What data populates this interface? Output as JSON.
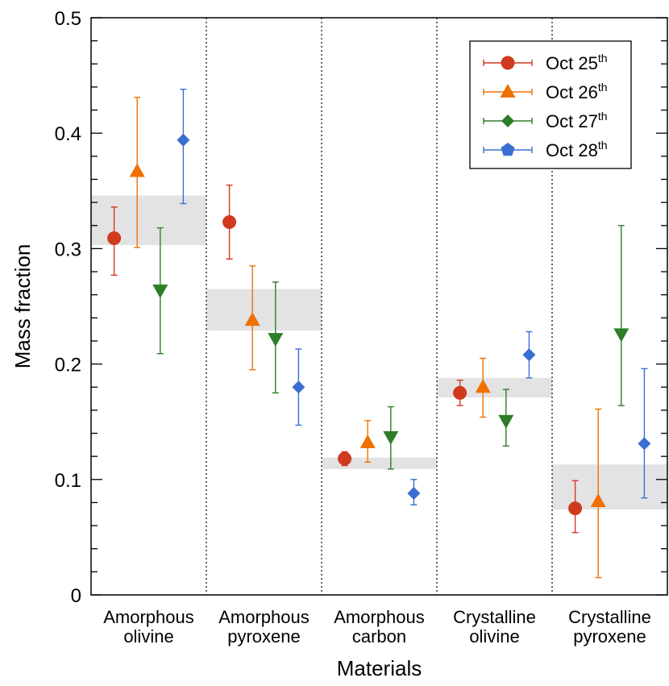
{
  "chart_data": {
    "type": "scatter",
    "xlabel": "Materials",
    "ylabel": "Mass fraction",
    "ylim": [
      0,
      0.5
    ],
    "yticks": [
      "0",
      "0.1",
      "0.2",
      "0.3",
      "0.4",
      "0.5"
    ],
    "categories": [
      [
        "Amorphous",
        "olivine"
      ],
      [
        "Amorphous",
        "pyroxene"
      ],
      [
        "Amorphous",
        "carbon"
      ],
      [
        "Crystalline",
        "olivine"
      ],
      [
        "Crystalline",
        "pyroxene"
      ]
    ],
    "legend_position": "top-right",
    "shaded_bands": [
      {
        "low": 0.303,
        "high": 0.346
      },
      {
        "low": 0.229,
        "high": 0.265
      },
      {
        "low": 0.109,
        "high": 0.119
      },
      {
        "low": 0.171,
        "high": 0.188
      },
      {
        "low": 0.074,
        "high": 0.113
      }
    ],
    "series": [
      {
        "name": "Oct 25",
        "sup": "th",
        "marker": "circle",
        "color": "#d03a1e",
        "values": [
          0.309,
          0.323,
          0.118,
          0.175,
          0.075
        ],
        "err_low": [
          0.277,
          0.291,
          0.112,
          0.164,
          0.054
        ],
        "err_high": [
          0.336,
          0.355,
          0.124,
          0.186,
          0.099
        ]
      },
      {
        "name": "Oct 26",
        "sup": "th",
        "marker": "triangle-up",
        "color": "#f07000",
        "values": [
          0.367,
          0.238,
          0.132,
          0.18,
          0.081
        ],
        "err_low": [
          0.301,
          0.195,
          0.115,
          0.154,
          0.015
        ],
        "err_high": [
          0.431,
          0.285,
          0.151,
          0.205,
          0.161
        ]
      },
      {
        "name": "Oct 27",
        "sup": "th",
        "marker": "triangle-down",
        "color": "#2e7d27",
        "values": [
          0.264,
          0.222,
          0.137,
          0.151,
          0.226
        ],
        "err_low": [
          0.209,
          0.175,
          0.109,
          0.129,
          0.164
        ],
        "err_high": [
          0.318,
          0.271,
          0.163,
          0.178,
          0.32
        ]
      },
      {
        "name": "Oct 28",
        "sup": "th",
        "marker": "diamond",
        "color": "#3a6fd0",
        "values": [
          0.394,
          0.18,
          0.088,
          0.208,
          0.131
        ],
        "err_low": [
          0.339,
          0.147,
          0.078,
          0.188,
          0.084
        ],
        "err_high": [
          0.438,
          0.213,
          0.1,
          0.228,
          0.196
        ]
      }
    ]
  }
}
